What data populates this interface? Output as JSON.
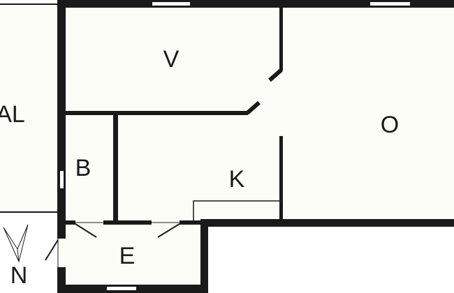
{
  "plan": {
    "rooms": [
      {
        "id": "al",
        "label": "AL"
      },
      {
        "id": "v",
        "label": "V"
      },
      {
        "id": "o",
        "label": "O"
      },
      {
        "id": "b",
        "label": "B"
      },
      {
        "id": "k",
        "label": "K"
      },
      {
        "id": "e",
        "label": "E"
      }
    ],
    "compass_label": "N",
    "colors": {
      "wall": "#1a1a1a",
      "floor": "#fdfdf7",
      "outside": "#ffffff"
    }
  }
}
